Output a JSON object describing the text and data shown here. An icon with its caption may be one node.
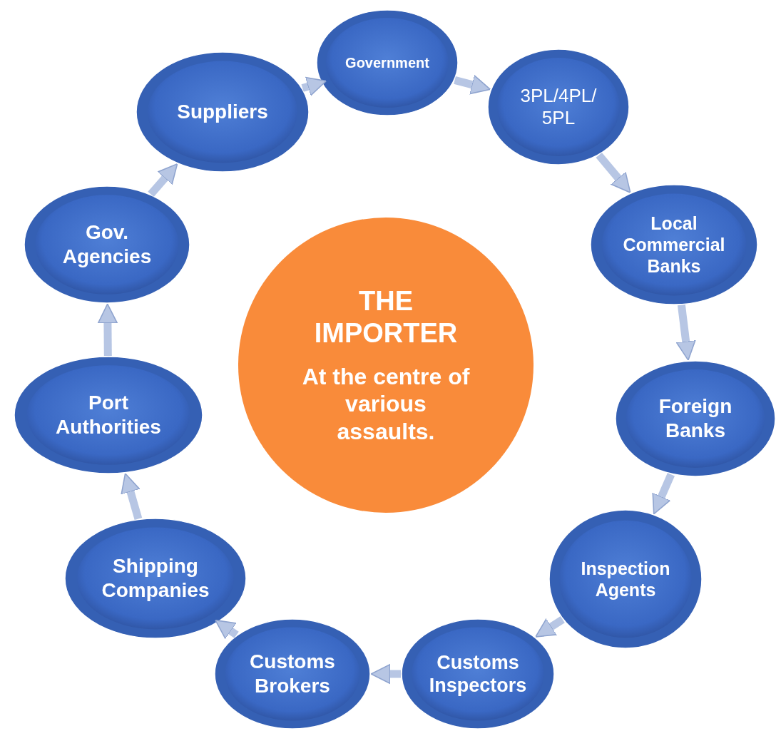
{
  "diagram": {
    "nodes": [
      {
        "text": [
          "THE IMPORTER",
          "At the centre of various assaults."
        ]
      },
      {
        "text": [
          "Government"
        ]
      },
      {
        "text": [
          "3PL/4PL/ 5PL"
        ]
      },
      {
        "text": [
          "Local Commercial Banks"
        ]
      },
      {
        "text": [
          "Foreign Banks"
        ]
      },
      {
        "text": [
          "Inspection Agents"
        ]
      },
      {
        "text": [
          "Customs Inspectors"
        ]
      },
      {
        "text": [
          "Customs Brokers"
        ]
      },
      {
        "text": [
          "Shipping Companies"
        ]
      },
      {
        "text": [
          "Port Authorities"
        ]
      },
      {
        "text": [
          "Gov. Agencies"
        ]
      },
      {
        "text": [
          "Suppliers"
        ]
      }
    ],
    "edges": [
      {
        "from": 1,
        "to": 2,
        "arrow": "to"
      },
      {
        "from": 2,
        "to": 3,
        "arrow": "to"
      },
      {
        "from": 3,
        "to": 4,
        "arrow": "to"
      },
      {
        "from": 4,
        "to": 5,
        "arrow": "to"
      },
      {
        "from": 5,
        "to": 6,
        "arrow": "to"
      },
      {
        "from": 6,
        "to": 7,
        "arrow": "to"
      },
      {
        "from": 7,
        "to": 8,
        "arrow": "to"
      },
      {
        "from": 8,
        "to": 9,
        "arrow": "to"
      },
      {
        "from": 9,
        "to": 10,
        "arrow": "to"
      },
      {
        "from": 10,
        "to": 11,
        "arrow": "to"
      },
      {
        "from": 11,
        "to": 1,
        "arrow": "to"
      }
    ]
  }
}
